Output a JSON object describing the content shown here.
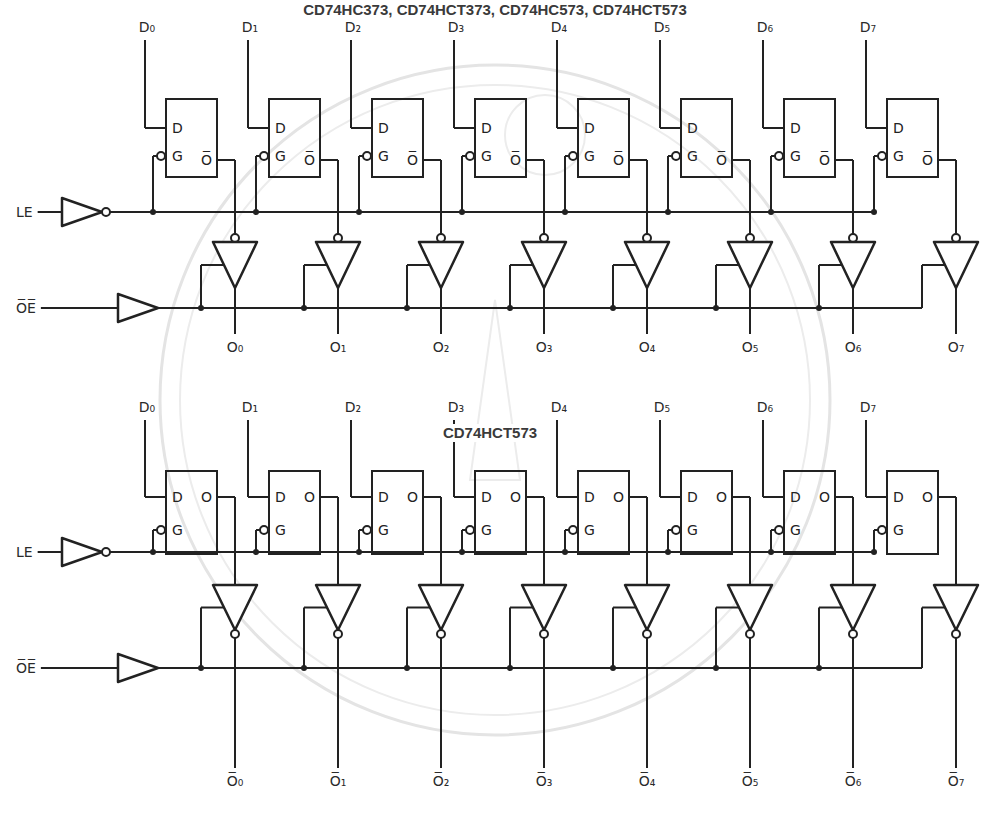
{
  "diagram": {
    "title": "CD74HC373, CD74HCT373, CD74HC573, CD74HCT573",
    "nodes": [
      {
        "text": [
          "D",
          "G",
          "O̅"
        ]
      },
      {
        "text": [
          "D",
          "G",
          "O̅"
        ]
      },
      {
        "text": [
          "D",
          "G",
          "O̅"
        ]
      },
      {
        "text": [
          "D",
          "G",
          "O̅"
        ]
      },
      {
        "text": [
          "D",
          "G",
          "O̅"
        ]
      },
      {
        "text": [
          "D",
          "G",
          "O̅"
        ]
      },
      {
        "text": [
          "D",
          "G",
          "O̅"
        ]
      },
      {
        "text": [
          "D",
          "G",
          "O̅"
        ]
      },
      {
        "text": [
          "D",
          "O",
          "G"
        ]
      },
      {
        "text": [
          "D",
          "O",
          "G"
        ]
      },
      {
        "text": [
          "D",
          "O",
          "G"
        ]
      },
      {
        "text": [
          "D",
          "O",
          "G"
        ]
      },
      {
        "text": [
          "D",
          "O",
          "G"
        ]
      },
      {
        "text": [
          "D",
          "O",
          "G"
        ]
      },
      {
        "text": [
          "D",
          "O",
          "G"
        ]
      },
      {
        "text": [
          "D",
          "O",
          "G"
        ]
      }
    ],
    "labels": [
      "D₀",
      "D₁",
      "D₂",
      "D₃",
      "D₄",
      "D₅",
      "D₆",
      "D₇",
      "LE",
      "O̅E̅",
      "O₀",
      "O₁",
      "O₂",
      "O₃",
      "O₄",
      "O₅",
      "O₆",
      "O₇",
      "CD74HCT573",
      "D₀",
      "D₁",
      "D₂",
      "D₃",
      "D₄",
      "D₅",
      "D₆",
      "D₇",
      "LE",
      "O̅E̅",
      "O̅₀",
      "O̅₁",
      "O̅₂",
      "O̅₃",
      "O̅₄",
      "O̅₅",
      "O̅₆",
      "O̅₇"
    ]
  }
}
